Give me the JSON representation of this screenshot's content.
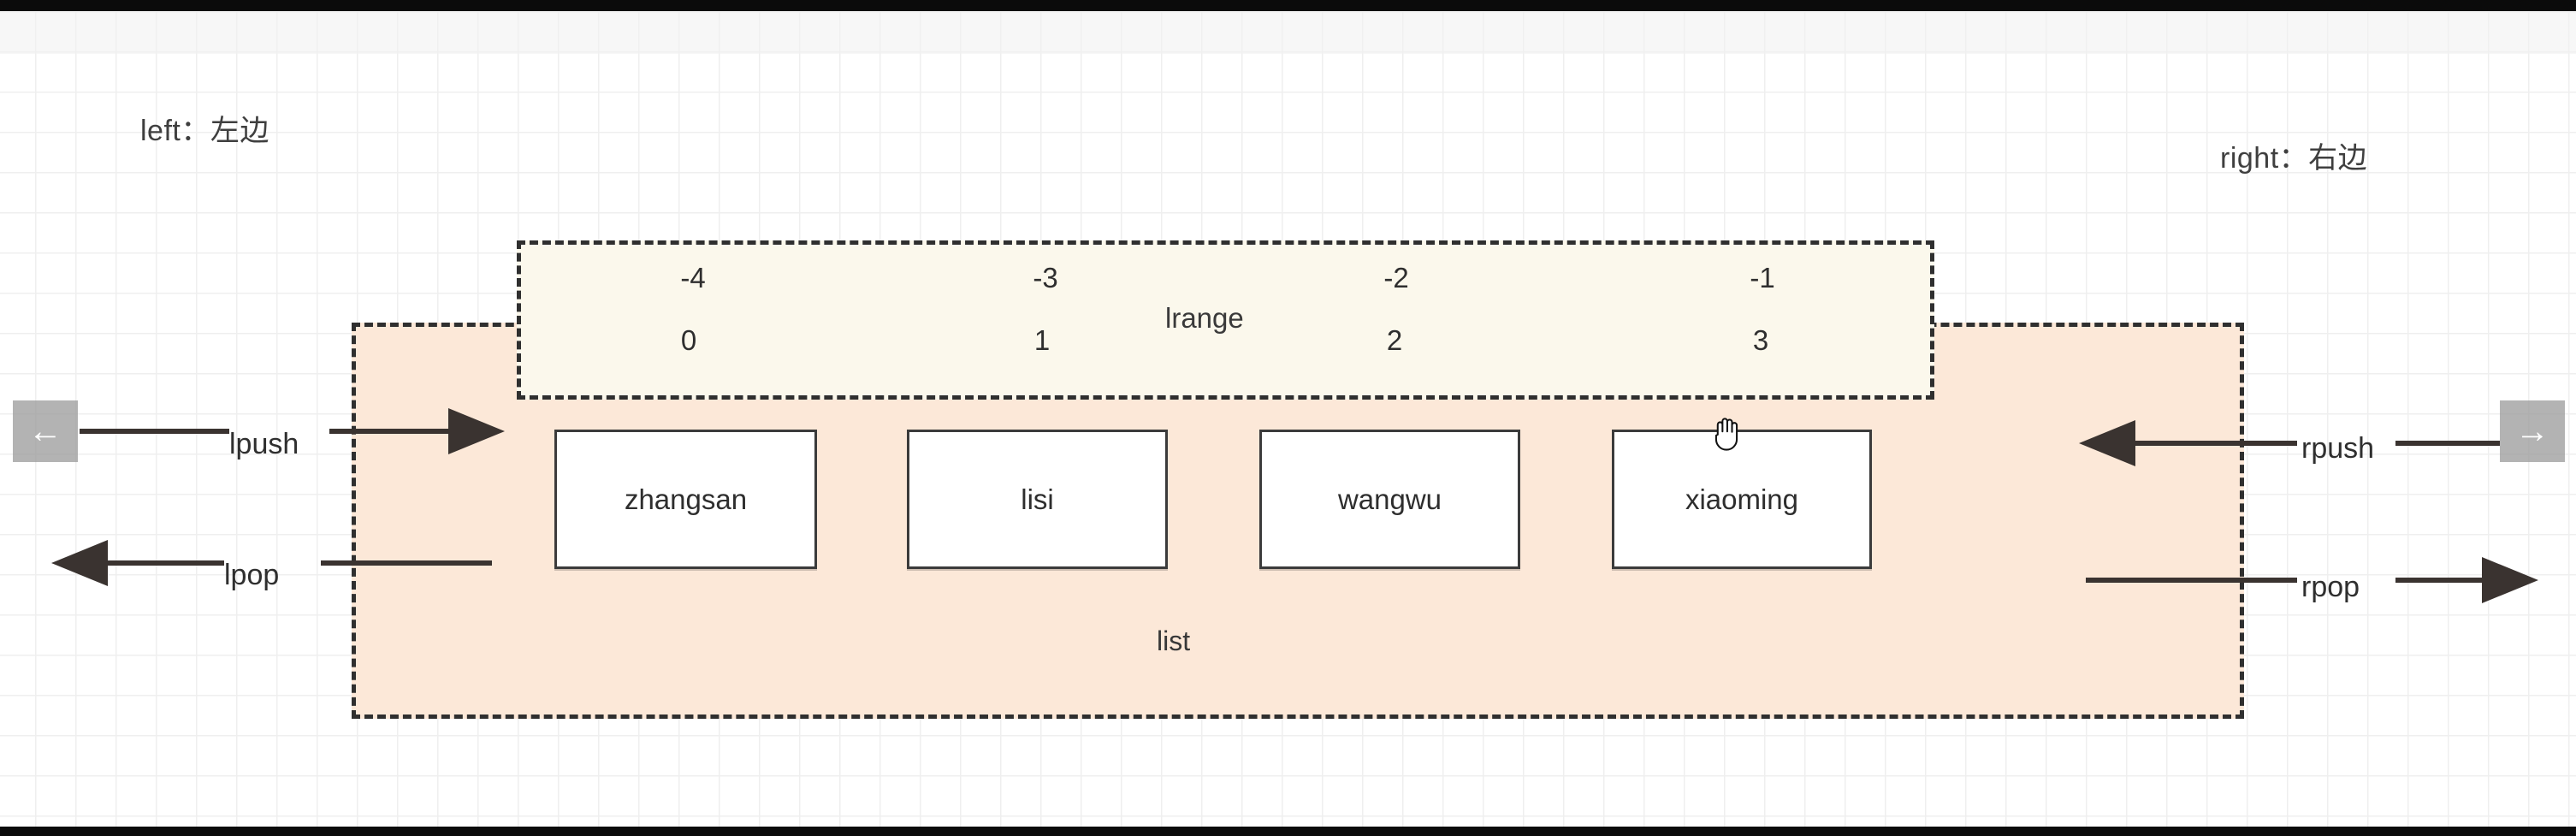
{
  "window": {
    "top_bar_color": "#0b0b0b",
    "bottom_bar_color": "#0b0b0b",
    "canvas_color": "#ffffff",
    "grid_line_color": "#efefef"
  },
  "labels": {
    "left": "left：左边",
    "right": "right：右边"
  },
  "list_region": {
    "caption": "list",
    "fill_color": "#fce8d8",
    "border_color": "#2f2f2f",
    "border_style": "dashed"
  },
  "lrange_region": {
    "caption": "lrange",
    "fill_color": "#fbf8ec",
    "border_color": "#2f2f2f",
    "border_style": "dashed",
    "negative_indices": [
      "-4",
      "-3",
      "-2",
      "-1"
    ],
    "positive_indices": [
      "0",
      "1",
      "2",
      "3"
    ]
  },
  "elements": [
    {
      "value": "zhangsan",
      "negative_index": "-4",
      "positive_index": "0"
    },
    {
      "value": "lisi",
      "negative_index": "-3",
      "positive_index": "1"
    },
    {
      "value": "wangwu",
      "negative_index": "-2",
      "positive_index": "2"
    },
    {
      "value": "xiaoming",
      "negative_index": "-1",
      "positive_index": "3"
    }
  ],
  "operations": {
    "lpush": "lpush",
    "lpop": "lpop",
    "rpush": "rpush",
    "rpop": "rpop"
  },
  "nav": {
    "prev_glyph": "←",
    "next_glyph": "→"
  },
  "cursor": {
    "kind": "grab-hand"
  }
}
